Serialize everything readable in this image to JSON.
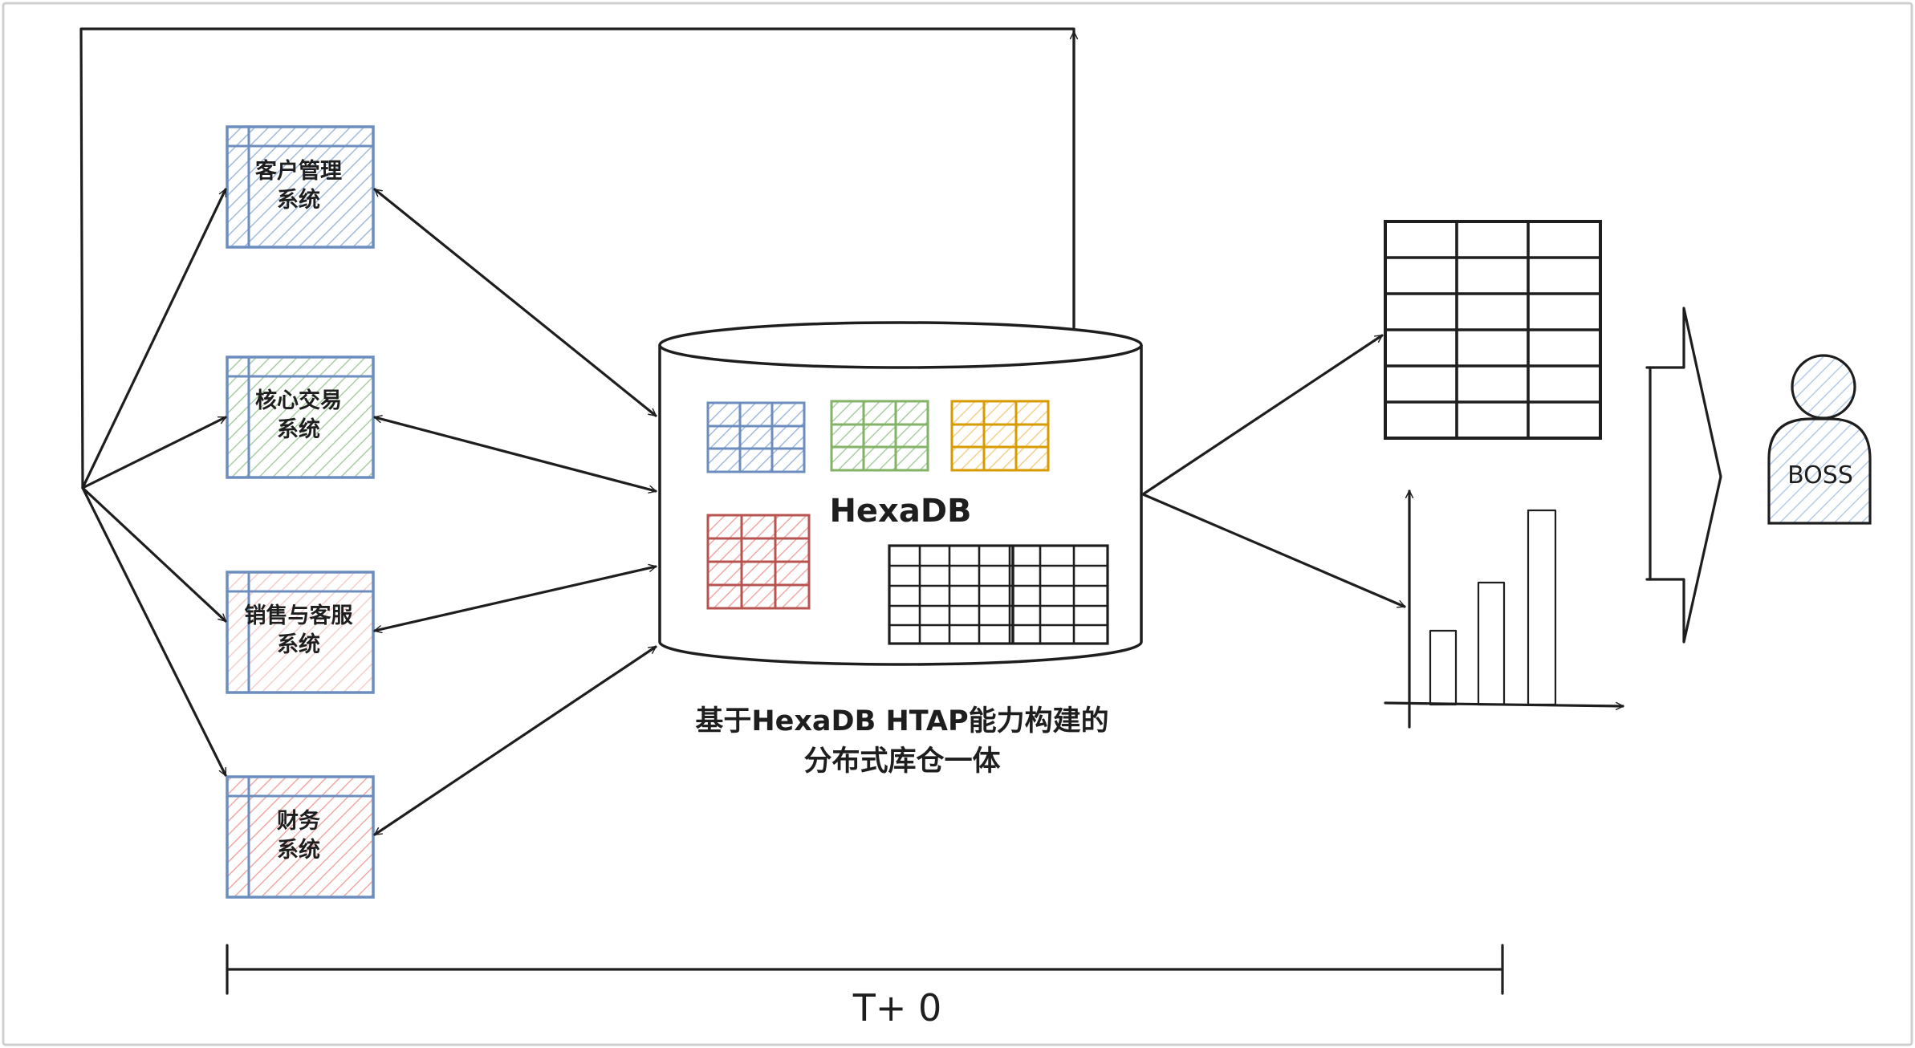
{
  "colors": {
    "ink": "#1e1e1e",
    "blue": "#6c8ebf",
    "blue_fill": "#dae8fc",
    "green": "#82b366",
    "green_fill": "#d5e8d4",
    "red": "#b85450",
    "red_fill": "#f8cecc",
    "orange": "#d79b00",
    "orange_fill": "#ffe6cc"
  },
  "systems": [
    {
      "line1": "客户管理",
      "line2": "系统"
    },
    {
      "line1": "核心交易",
      "line2": "系统"
    },
    {
      "line1": "销售与客服",
      "line2": "系统"
    },
    {
      "line1": "财务",
      "line2": "系统"
    }
  ],
  "database": {
    "name": "HexaDB",
    "caption_line1": "基于HexaDB HTAP能力构建的",
    "caption_line2": "分布式库仓一体"
  },
  "boss_label": "BOSS",
  "timeline_label": "T+ 0"
}
